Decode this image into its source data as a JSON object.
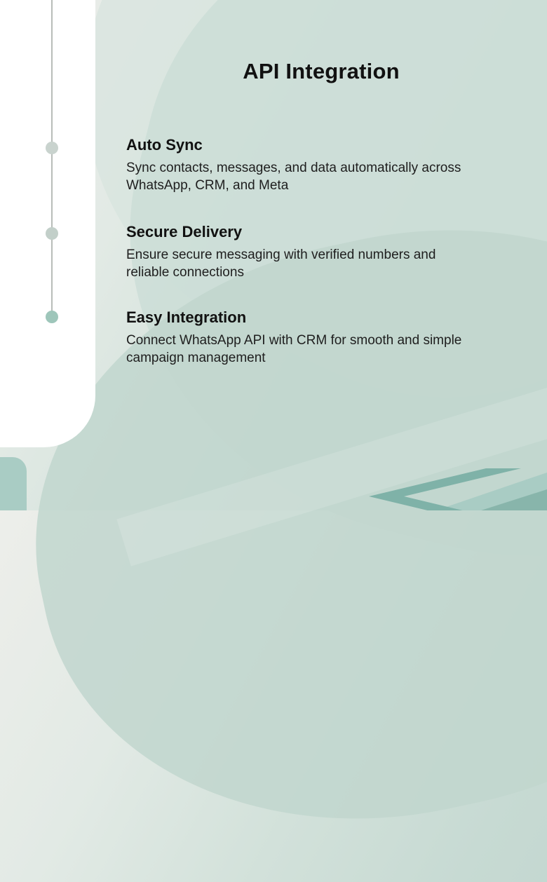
{
  "title": "API Integration",
  "features": [
    {
      "heading": "Auto Sync",
      "description": "Sync contacts, messages, and data automatically across WhatsApp, CRM, and Meta"
    },
    {
      "heading": "Secure Delivery",
      "description": "Ensure secure messaging with verified numbers and reliable connections"
    },
    {
      "heading": "Easy Integration",
      "description": "Connect WhatsApp API with CRM for smooth and simple campaign management"
    }
  ],
  "timeline": {
    "dot_colors": [
      "#c9d3ce",
      "#c2cfc9",
      "#9ec6ba"
    ],
    "line_color": "#b8bdb9"
  },
  "colors": {
    "background_light": "#edeeea",
    "background_teal": "#c7dad3",
    "panel_white": "#ffffff",
    "accent_teal_dark": "#7fb2a8",
    "accent_teal_mid": "#a5cac2",
    "text": "#1e1e1e"
  }
}
